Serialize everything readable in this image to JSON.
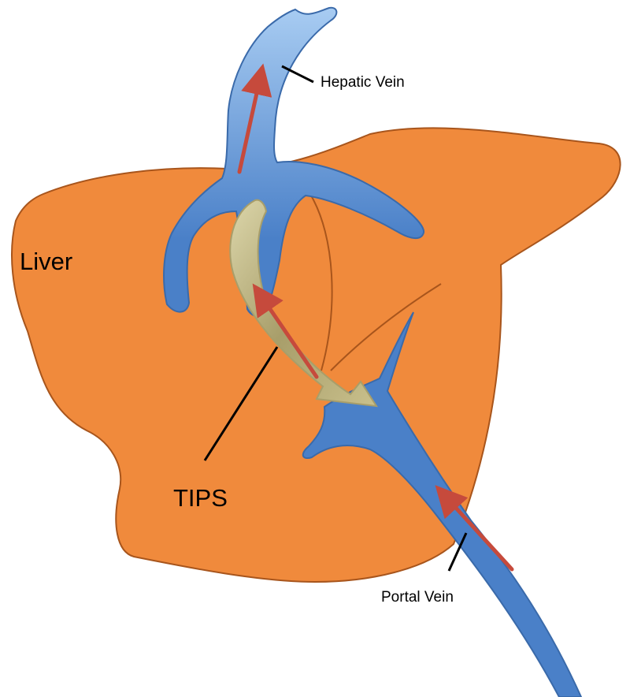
{
  "labels": {
    "hepatic_vein": "Hepatic Vein",
    "liver": "Liver",
    "tips": "TIPS",
    "portal_vein": "Portal Vein"
  },
  "colors": {
    "liver_fill": "#f08a3c",
    "liver_stroke": "#a8551c",
    "vein_fill": "#4a80c8",
    "vein_light": "#a8ccf2",
    "vein_stroke": "#3a6aaa",
    "stent_fill": "#a89e6a",
    "stent_light": "#dcd6aa",
    "flow_arrow": "#c64a3c",
    "leader_line": "#000000"
  },
  "icons": {
    "flow_direction": "red-arrow",
    "stent": "curved-shunt-arrow"
  }
}
